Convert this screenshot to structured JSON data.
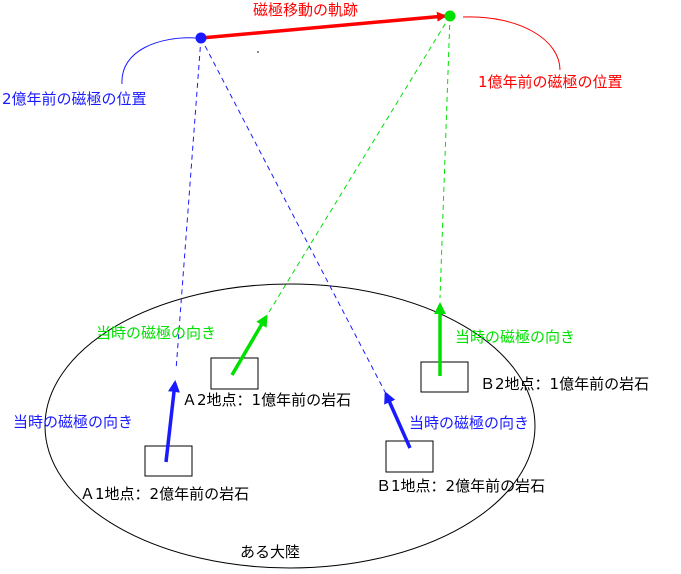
{
  "colors": {
    "blue": "#1a1aff",
    "red": "#ff0000",
    "green": "#00e000",
    "black": "#000000"
  },
  "labels": {
    "trajectory": "磁極移動の軌跡",
    "pole_2": "2億年前の磁極の位置",
    "pole_1": "1億年前の磁極の位置",
    "dir_a1": "当時の磁極の向き",
    "dir_a2": "当時の磁極の向き",
    "dir_b1": "当時の磁極の向き",
    "dir_b2": "当時の磁極の向き",
    "site_a1": "Ａ1地点：2億年前の岩石",
    "site_a2": "Ａ2地点：1億年前の岩石",
    "site_b1": "Ｂ1地点：2億年前の岩石",
    "site_b2": "Ｂ2地点：1億年前の岩石",
    "continent": "ある大陸"
  }
}
